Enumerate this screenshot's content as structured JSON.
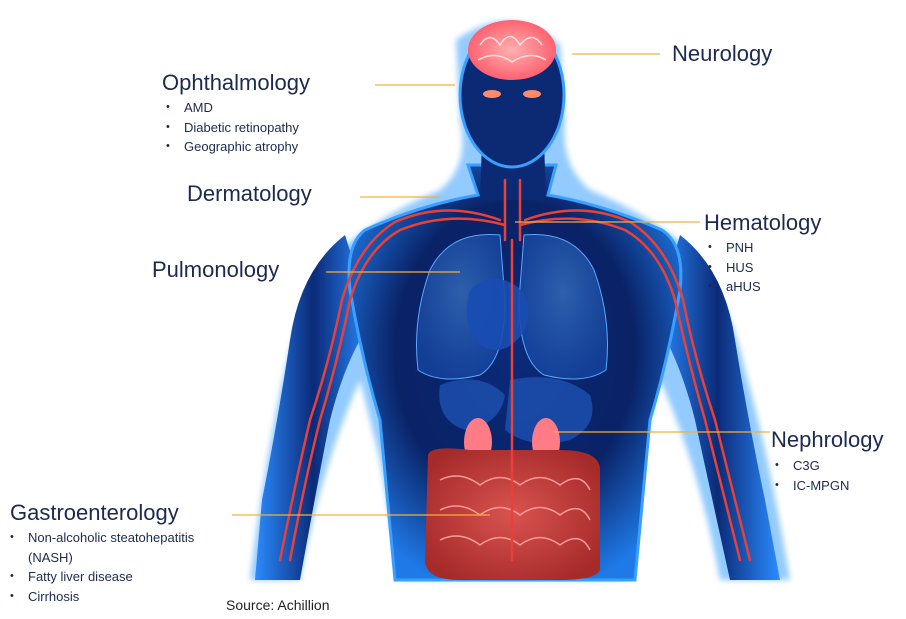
{
  "neurology": {
    "title": "Neurology"
  },
  "ophthalmology": {
    "title": "Ophthalmology",
    "items": [
      "AMD",
      "Diabetic retinopathy",
      "Geographic atrophy"
    ]
  },
  "dermatology": {
    "title": "Dermatology"
  },
  "hematology": {
    "title": "Hematology",
    "items": [
      "PNH",
      "HUS",
      "aHUS"
    ]
  },
  "pulmonology": {
    "title": "Pulmonology"
  },
  "nephrology": {
    "title": "Nephrology",
    "items": [
      "C3G",
      "IC-MPGN"
    ]
  },
  "gastroenterology": {
    "title": "Gastroenterology",
    "items": [
      "Non-alcoholic steatohepatitis",
      "(NASH)",
      "Fatty liver disease",
      "Cirrhosis"
    ]
  },
  "source": "Source: Achillion",
  "colors": {
    "body_blue": "#1a63d6",
    "vessel_red": "#e8413a",
    "leader_line": "#f2b03a",
    "text_navy": "#1c2a4f"
  }
}
